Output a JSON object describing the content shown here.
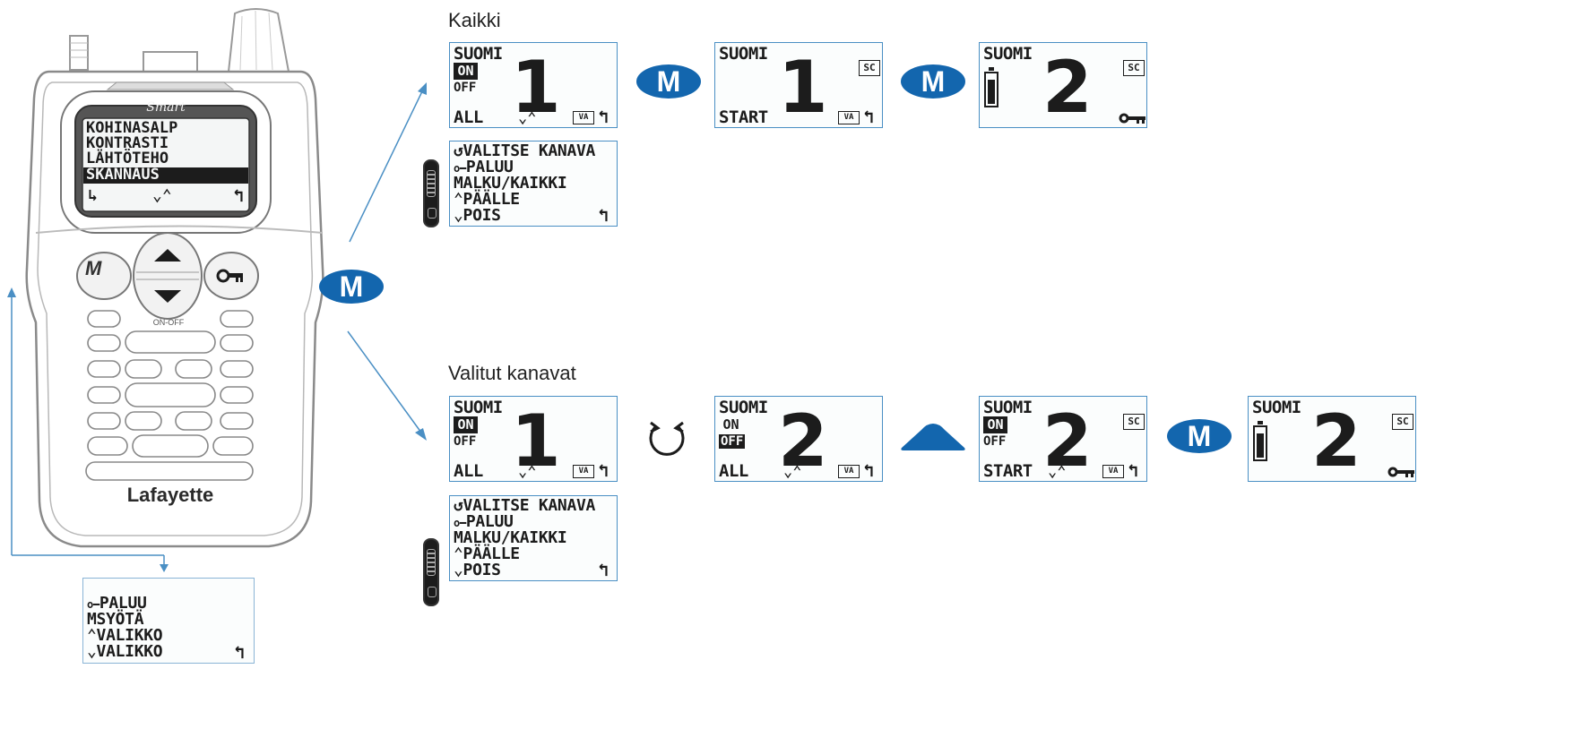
{
  "sections": {
    "all_title": "Kaikki",
    "selected_title": "Valitut kanavat"
  },
  "labels": {
    "suomi": "SUOMI",
    "on": "ON",
    "off": "OFF",
    "all": "ALL",
    "start": "START",
    "sc": "SC",
    "va": "VA",
    "arrows": "⌄⌃",
    "back": "↰"
  },
  "channels": {
    "ch1": "1",
    "ch2": "2"
  },
  "buttons": {
    "m": "M"
  },
  "scan_menu": [
    "VALITSE KANAVA",
    "PALUU",
    "ALKU/KAIKKI",
    "PÄÄLLE",
    "POIS"
  ],
  "home_menu": [
    "PALUU",
    "SYÖTÄ",
    "VALIKKO",
    "VALIKKO"
  ],
  "radio": {
    "brand_script": "Smart",
    "brand": "Lafayette",
    "power": "ON-OFF",
    "screen_items": [
      "KOHINASALP",
      "KONTRASTI",
      "LÄHTÖTEHO",
      "SKANNAUS"
    ]
  },
  "colors": {
    "accent": "#1366ae",
    "arrow": "#4a8fc4",
    "lcd_border": "#4a8fc4"
  }
}
